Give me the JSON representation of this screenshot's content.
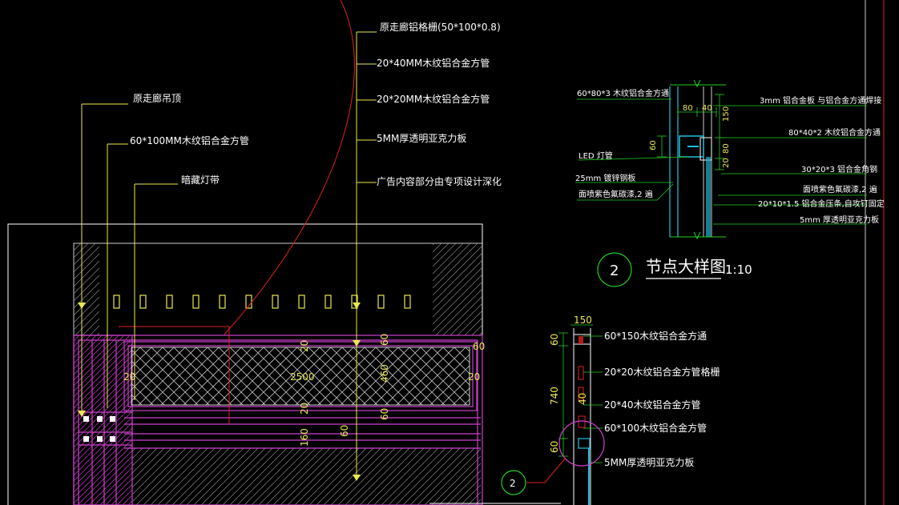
{
  "colors": {
    "background": "#000000",
    "leader": "#e8e850",
    "magenta": "#d040d0",
    "red_arc": "#e02020",
    "green": "#20d020",
    "cyan": "#20c0e0",
    "white": "#ffffff"
  },
  "left_labels": {
    "corridor_ceiling": "原走廊吊顶",
    "tube_60x100": "60*100MM木纹铝合金方管",
    "hidden_light": "暗藏灯带"
  },
  "center_labels": {
    "grille": "原走廊铝格栅(50*100*0.8)",
    "tube_20x40": "20*40MM木纹铝合金方管",
    "tube_20x20": "20*20MM木纹铝合金方管",
    "acrylic": "5MM厚透明亚克力板",
    "ad_content": "广告内容部分由专项设计深化"
  },
  "elevation_dims": {
    "total_width": "2500",
    "left_20": "20",
    "right_20": "20",
    "top_right_60": "60",
    "d20_a": "20",
    "d20_b": "20",
    "d60_a": "60",
    "d460": "460",
    "d60_b": "60",
    "d60_c": "60",
    "d160": "160"
  },
  "detail": {
    "number": "2",
    "title": "节点大样图",
    "scale": "1:10",
    "labels_left": {
      "tube_60x80": "60*80*3    木纹铝合金方通",
      "led": "LED 灯管",
      "steel_plate": "25mm   镀锌钢板",
      "paint": "面喷紫色氟碳漆,2 遍"
    },
    "labels_right": {
      "al_sheet": "3mm   铝合金板    与铝合金方通焊接",
      "tube_80x40": "80*40*2    木纹铝合金方通",
      "angle": "30*20*3    铝合金角钢",
      "paint": "面喷紫色氟碳漆,2 遍",
      "press_strip": "20*10*1.5    铝合金压条,自攻钉固定",
      "acrylic": "5mm    厚透明亚克力板"
    },
    "dims": {
      "w80": "80",
      "w40": "40",
      "h150": "150",
      "h60": "60",
      "h80": "80",
      "h20": "20"
    }
  },
  "section": {
    "callout": "2",
    "top_dim": "150",
    "h60_top": "60",
    "h740": "740",
    "h40": "40",
    "h60_bot": "60",
    "labels": {
      "tube_60x150": "60*150木纹铝合金方通",
      "tube_20x20": "20*20木纹铝合金方管格栅",
      "tube_20x40": "20*40木纹铝合金方管",
      "tube_60x100": "60*100木纹铝合金方管",
      "acrylic": "5MM厚透明亚克力板"
    }
  }
}
